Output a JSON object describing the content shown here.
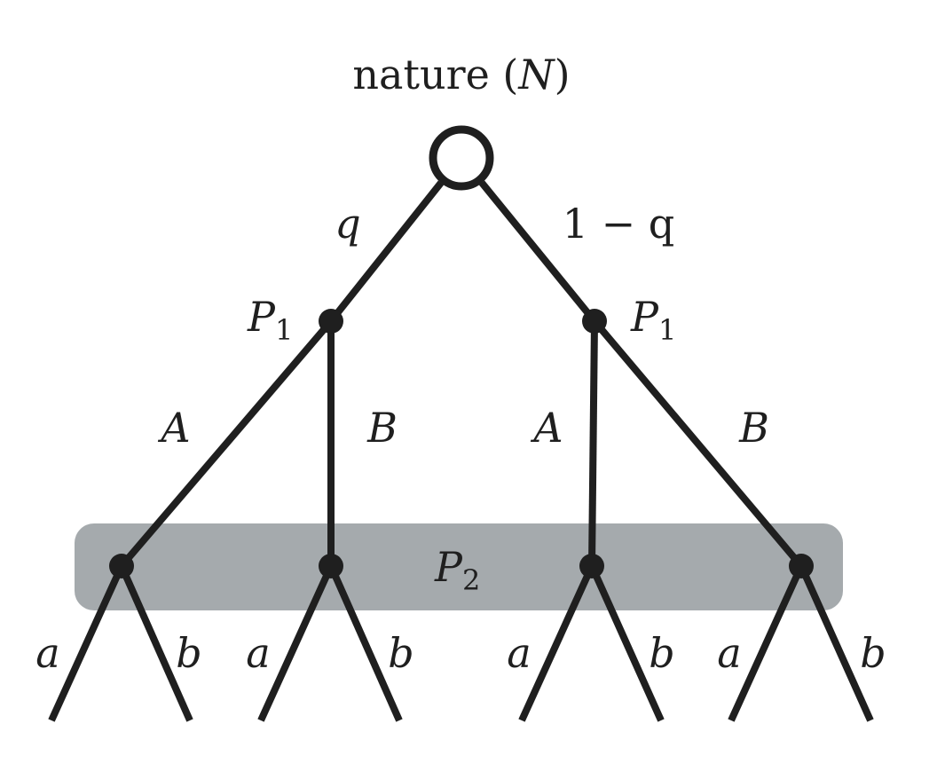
{
  "root": {
    "title": "nature",
    "symbol": "N"
  },
  "branch_probabilities": {
    "left": "q",
    "right": "1 − q"
  },
  "decision_nodes": {
    "left": {
      "player": "P",
      "subscript": "1"
    },
    "right": {
      "player": "P",
      "subscript": "1"
    }
  },
  "actions_p1": {
    "left_a": "A",
    "left_b": "B",
    "right_a": "A",
    "right_b": "B"
  },
  "information_set": {
    "player": "P",
    "subscript": "2",
    "fill_color": "#a5aaad"
  },
  "actions_p2": [
    {
      "a": "a",
      "b": "b"
    },
    {
      "a": "a",
      "b": "b"
    },
    {
      "a": "a",
      "b": "b"
    },
    {
      "a": "a",
      "b": "b"
    }
  ],
  "colors": {
    "line": "#1f1f1f",
    "background": "#ffffff"
  }
}
